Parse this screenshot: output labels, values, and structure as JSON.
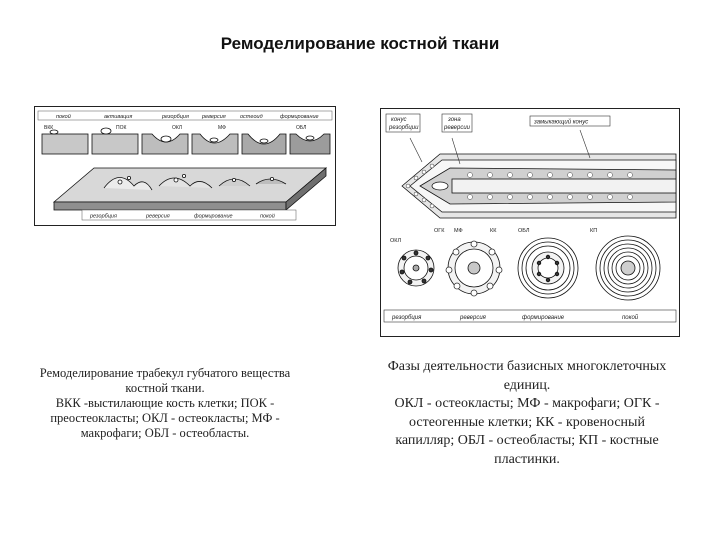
{
  "slide": {
    "title": "Ремоделирование костной ткани"
  },
  "left_figure": {
    "top_labels": [
      "покой",
      "активация",
      "резорбция",
      "реверсия",
      "остеоид",
      "формирование"
    ],
    "small_labels": [
      "ВКК",
      "ПОК",
      "ОКЛ",
      "МФ",
      "ОБЛ"
    ],
    "bottom_labels": [
      "резорбция",
      "реверсия",
      "формирование",
      "покой"
    ]
  },
  "right_figure": {
    "top_labels": {
      "cone": [
        "конус",
        "резорбции"
      ],
      "reversal": [
        "зона",
        "реверсии"
      ],
      "closing_cone": "замыкающий конус"
    },
    "cell_labels": [
      "ОКЛ",
      "ОГК",
      "МФ",
      "КК",
      "ОБЛ",
      "КП"
    ],
    "phase_labels": [
      "резорбция",
      "реверсия",
      "формирование",
      "покой"
    ]
  },
  "captions": {
    "left": [
      "Ремоделирование трабекул губчатого вещества",
      "костной ткани.",
      "ВКК -выстилающие кость клетки; ПОК -",
      "преостеокласты; ОКЛ - остеокласты; МФ -",
      "макрофаги; ОБЛ - остеобласты."
    ],
    "right": [
      "Фазы деятельности базисных многоклеточных",
      "единиц.",
      "ОКЛ - остеокласты; МФ - макрофаги; ОГК -",
      "остеогенные клетки; КК - кровеносный",
      "капилляр; ОБЛ - остеобласты; КП - костные",
      "пластинки."
    ]
  }
}
